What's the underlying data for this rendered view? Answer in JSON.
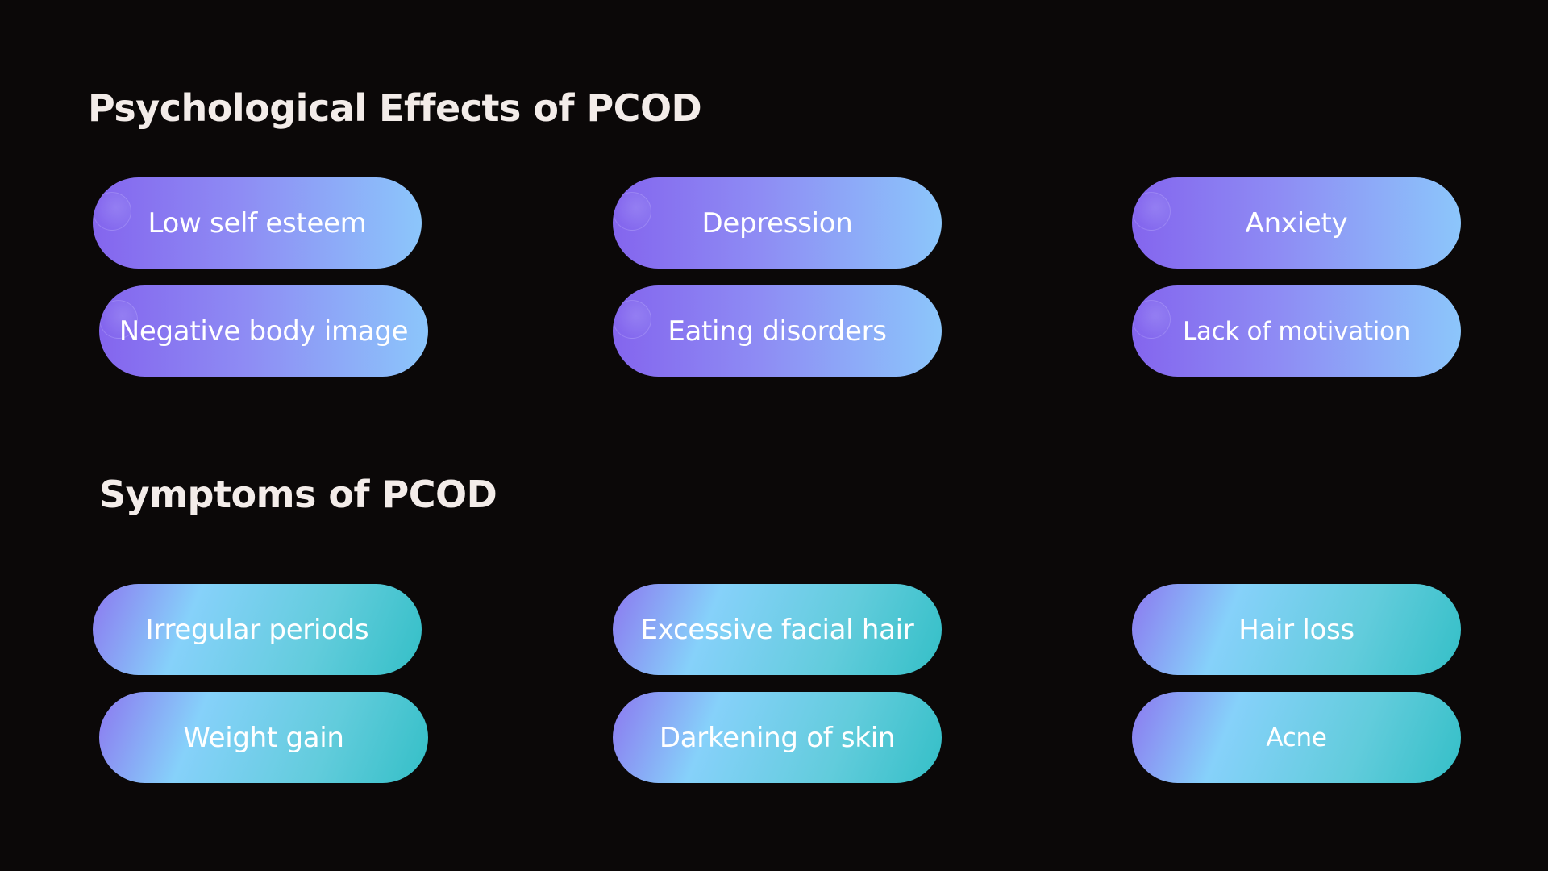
{
  "sections": {
    "psychological": {
      "title": "Psychological Effects of PCOD",
      "items": [
        "Low self esteem",
        "Depression",
        "Anxiety",
        "Negative body image",
        "Eating disorders",
        "Lack of motivation"
      ]
    },
    "symptoms": {
      "title": "Symptoms of PCOD",
      "items": [
        "Irregular periods",
        "Excessive facial hair",
        "Hair loss",
        "Weight gain",
        "Darkening of skin",
        "Acne"
      ]
    }
  },
  "colors": {
    "background": "#0b0808",
    "heading_text": "#f3ece9",
    "pill_text": "#ffffff",
    "psych_gradient": [
      "#8465ee",
      "#8e8cf4",
      "#8cc6fb"
    ],
    "symptom_gradient": [
      "#8c78f0",
      "#86d1fa",
      "#62ccdc",
      "#34bfc7"
    ]
  }
}
